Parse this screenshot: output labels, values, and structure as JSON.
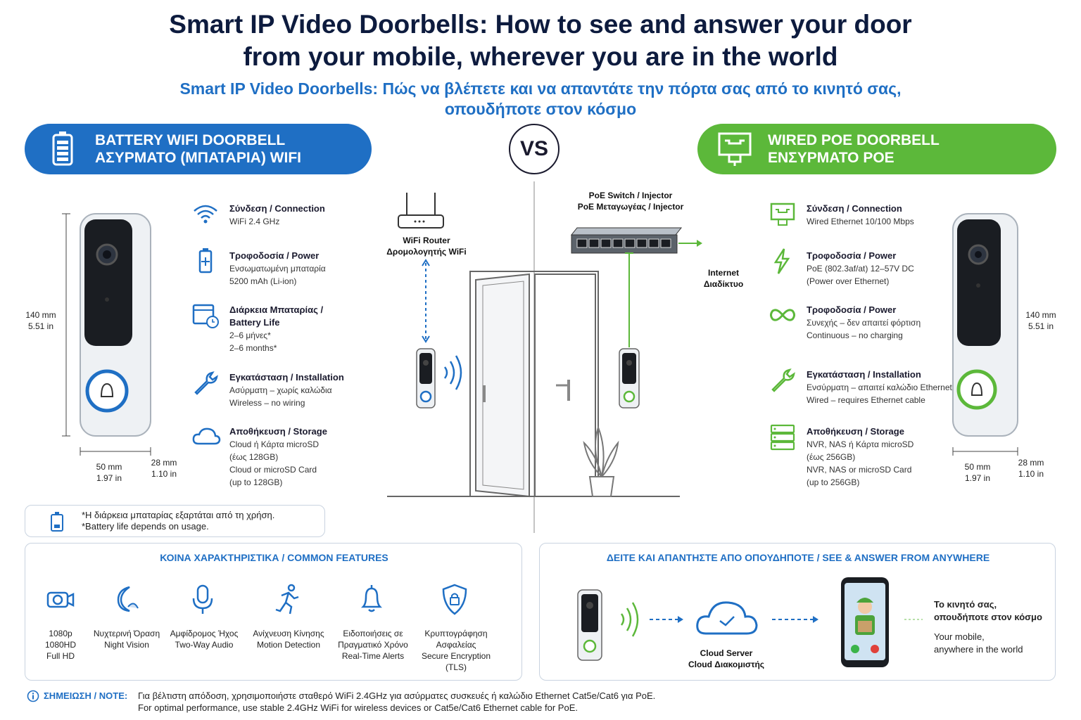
{
  "header": {
    "title_line1": "Smart IP Video Doorbells: How to see and answer your door",
    "title_line2": "from your mobile, wherever you are in the world",
    "subtitle_line1": "Smart IP Video Doorbells: Πώς να βλέπετε και να απαντάτε την πόρτα σας από το κινητό σας,",
    "subtitle_line2": "οπουδήποτε στον κόσμο"
  },
  "vs_label": "VS",
  "battery": {
    "heading_en": "BATTERY WIFI DOORBELL",
    "heading_gr": "ΑΣΥΡΜΑΤΟ (ΜΠΑΤΑΡΙΑ) WIFI",
    "height_mm": "140 mm",
    "height_in": "5.51 in",
    "width_mm": "50 mm",
    "width_in": "1.97 in",
    "depth_mm": "28 mm",
    "depth_in": "1.10 in",
    "features": [
      {
        "icon": "wifi-icon",
        "title": "Σύνδεση / Connection",
        "lines": [
          "WiFi 2.4 GHz"
        ]
      },
      {
        "icon": "battery-icon",
        "title": "Τροφοδοσία / Power",
        "lines": [
          "Ενσωματωμένη μπαταρία",
          "5200 mAh (Li-ion)"
        ]
      },
      {
        "icon": "calendar-clock-icon",
        "title": "Διάρκεια Μπαταρίας /",
        "title2": "Battery Life",
        "lines": [
          "2–6 μήνες*",
          "2–6 months*"
        ]
      },
      {
        "icon": "wrench-icon",
        "title": "Εγκατάσταση / Installation",
        "lines": [
          "Ασύρματη – χωρίς καλώδια",
          "Wireless – no wiring"
        ]
      },
      {
        "icon": "cloud-icon",
        "title": "Αποθήκευση / Storage",
        "lines": [
          "Cloud ή Κάρτα microSD",
          "(έως 128GB)",
          "Cloud or microSD Card",
          "(up to 128GB)"
        ]
      }
    ],
    "note_gr": "*Η διάρκεια μπαταρίας εξαρτάται από τη χρήση.",
    "note_en": "*Battery life depends on usage."
  },
  "poe": {
    "heading_en": "WIRED POE DOORBELL",
    "heading_gr": "ΕΝΣΥΡΜΑΤΟ POE",
    "height_mm": "140 mm",
    "height_in": "5.51 in",
    "width_mm": "50 mm",
    "width_in": "1.97 in",
    "depth_mm": "28 mm",
    "depth_in": "1.10 in",
    "features": [
      {
        "icon": "ethernet-icon",
        "title": "Σύνδεση / Connection",
        "lines": [
          "Wired Ethernet 10/100 Mbps"
        ]
      },
      {
        "icon": "lightning-icon",
        "title": "Τροφοδοσία / Power",
        "lines": [
          "PoE (802.3af/at) 12–57V DC",
          "(Power over Ethernet)"
        ]
      },
      {
        "icon": "infinity-icon",
        "title": "Τροφοδοσία / Power",
        "lines": [
          "Συνεχής – δεν απαιτεί φόρτιση",
          "Continuous – no charging"
        ]
      },
      {
        "icon": "wrench-icon",
        "title": "Εγκατάσταση / Installation",
        "lines": [
          "Ενσύρματη – απαιτεί καλώδιο Ethernet",
          "Wired – requires Ethernet cable"
        ]
      },
      {
        "icon": "server-icon",
        "title": "Αποθήκευση / Storage",
        "lines": [
          "NVR, NAS ή Κάρτα microSD",
          "(έως 256GB)",
          "NVR, NAS or microSD Card",
          "(up to 256GB)"
        ]
      }
    ]
  },
  "scene": {
    "router_en": "WiFi Router",
    "router_gr": "Δρομολογητής WiFi",
    "switch_en": "PoE Switch / Injector",
    "switch_gr": "PoE Μεταγωγέας / Injector",
    "internet_en": "Internet",
    "internet_gr": "Διαδίκτυο"
  },
  "common": {
    "heading": "ΚΟΙΝΑ ΧΑΡΑΚΤΗΡΙΣΤΙΚΑ / COMMON FEATURES",
    "items": [
      {
        "icon": "camera-icon",
        "lines": [
          "1080p",
          "1080HD",
          "Full HD"
        ]
      },
      {
        "icon": "moon-icon",
        "lines": [
          "Νυχτερινή Όραση",
          "Night Vision"
        ]
      },
      {
        "icon": "microphone-icon",
        "lines": [
          "Αμφίδρομος Ήχος",
          "Two-Way Audio"
        ]
      },
      {
        "icon": "running-person-icon",
        "lines": [
          "Ανίχνευση Κίνησης",
          "Motion Detection"
        ]
      },
      {
        "icon": "bell-icon",
        "lines": [
          "Ειδοποιήσεις σε",
          "Πραγματικό Χρόνο",
          "Real-Time Alerts"
        ]
      },
      {
        "icon": "shield-lock-icon",
        "lines": [
          "Κρυπτογράφηση",
          "Ασφαλείας",
          "Secure Encryption",
          "(TLS)"
        ]
      }
    ]
  },
  "anywhere": {
    "heading": "ΔΕΙΤΕ ΚΑΙ ΑΠΑΝΤΗΣΤΕ ΑΠΟ ΟΠΟΥΔΗΠΟΤΕ / SEE & ANSWER FROM ANYWHERE",
    "cloud_en": "Cloud Server",
    "cloud_gr": "Cloud Διακομιστής",
    "mobile_gr1": "Το κινητό σας,",
    "mobile_gr2": "οπουδήποτε στον κόσμο",
    "mobile_en1": "Your mobile,",
    "mobile_en2": "anywhere in the world"
  },
  "footer": {
    "label": "ΣΗΜΕΙΩΣΗ / NOTE:",
    "text_gr": "Για βέλτιστη απόδοση, χρησιμοποιήστε σταθερό WiFi 2.4GHz για ασύρματες συσκευές ή καλώδιο Ethernet Cat5e/Cat6 για PoE.",
    "text_en": "For optimal performance, use stable 2.4GHz WiFi for wireless devices or Cat5e/Cat6 Ethernet cable for PoE."
  },
  "colors": {
    "blue": "#1f6fc4",
    "green": "#5cb83a",
    "navy": "#0d1b3e"
  }
}
